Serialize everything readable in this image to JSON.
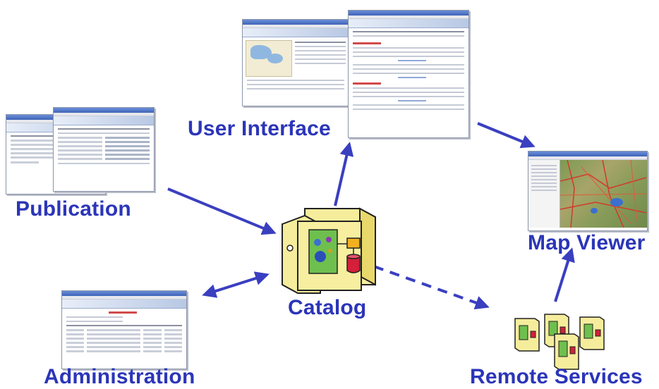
{
  "nodes": {
    "user_interface": "User Interface",
    "publication": "Publication",
    "catalog": "Catalog",
    "map_viewer": "Map Viewer",
    "administration": "Administration",
    "remote_services": "Remote Services"
  },
  "colors": {
    "label": "#2b35b8",
    "arrow": "#3a3fc0",
    "server_body": "#f3e27a",
    "server_panel": "#5fb04a"
  }
}
